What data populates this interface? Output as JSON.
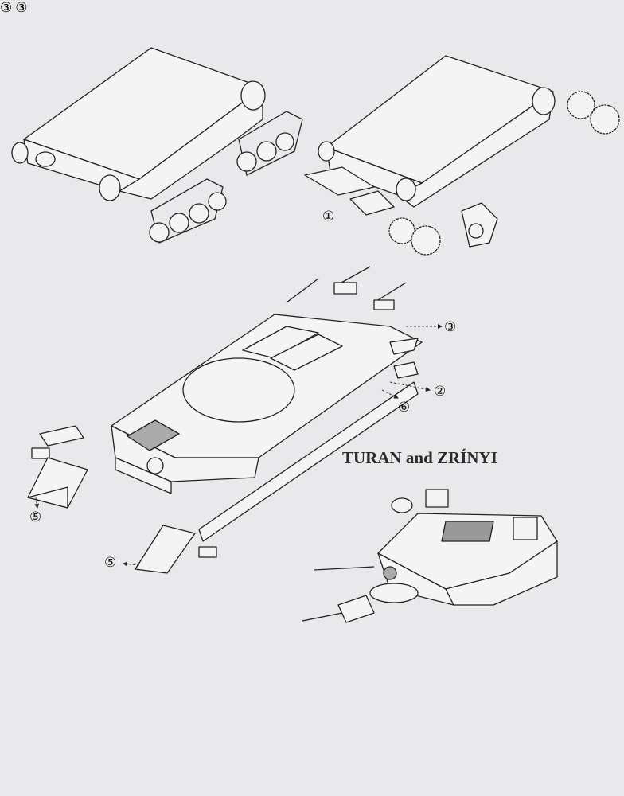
{
  "title": "TURAN and ZRÍNYI",
  "callouts": [
    {
      "label": "①",
      "target": "track-link-part"
    },
    {
      "label": "③",
      "target": "rear-upper-fender"
    },
    {
      "label": "②",
      "target": "side-fender"
    },
    {
      "label": "⑥",
      "target": "side-strip"
    },
    {
      "label": "⑤",
      "target": "front-left-fender"
    },
    {
      "label": "⑤",
      "target": "front-fender-lower"
    },
    {
      "label": "③",
      "target": "rear-fender-right"
    },
    {
      "label": "③",
      "target": "rear-fender-left"
    }
  ],
  "legend_icons": [
    "photo-etch-part-icon",
    "bend-part-icon"
  ]
}
